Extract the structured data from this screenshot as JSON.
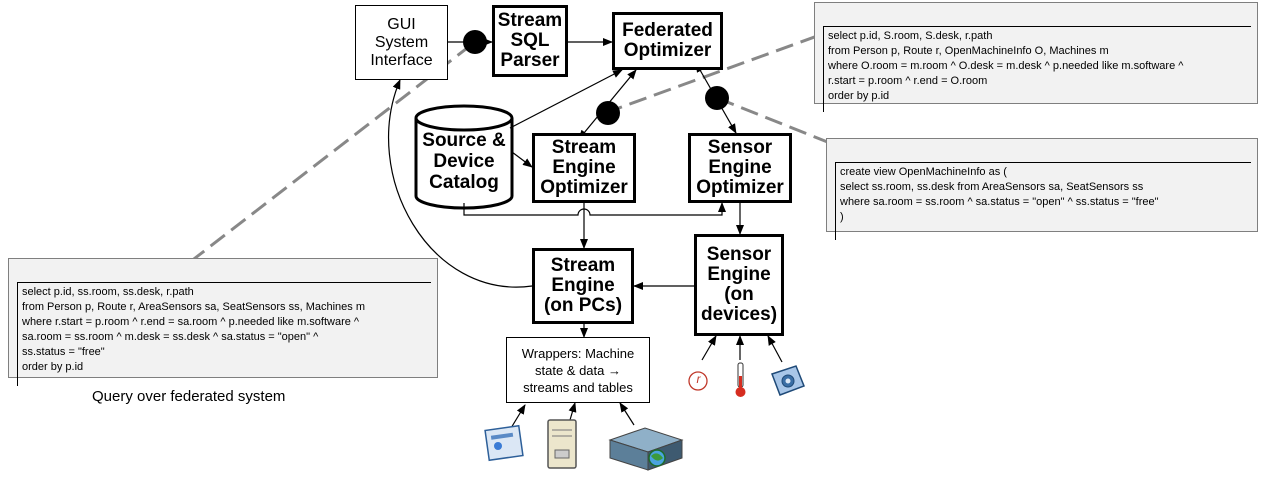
{
  "boxes": {
    "gui": "GUI\nSystem\nInterface",
    "parser": "Stream\nSQL\nParser",
    "federated": "Federated\nOptimizer",
    "stream_opt": "Stream\nEngine\nOptimizer",
    "sensor_opt": "Sensor\nEngine\nOptimizer",
    "stream_engine": "Stream\nEngine\n(on PCs)",
    "sensor_engine": "Sensor\nEngine\n(on\ndevices)",
    "wrappers": "Wrappers: Machine\nstate & data →\nstreams and tables",
    "catalog": "Source &\nDevice\nCatalog"
  },
  "queries": {
    "top_right": "select p.id, S.room, S.desk, r.path\nfrom Person p, Route r, OpenMachineInfo O, Machines m\nwhere O.room = m.room ^ O.desk = m.desk ^ p.needed like m.software ^\nr.start = p.room ^ r.end = O.room\norder by p.id",
    "view_def": "create view OpenMachineInfo as (\n  select ss.room, ss.desk from AreaSensors sa, SeatSensors ss\n  where sa.room = ss.room ^ sa.status = \"open\" ^ ss.status = \"free\"\n)",
    "federated_query": "select p.id, ss.room, ss.desk, r.path\nfrom Person p, Route r, AreaSensors sa, SeatSensors ss, Machines m\nwhere r.start = p.room ^ r.end = sa.room ^ p.needed like m.software ^\nsa.room = ss.room ^ m.desk = ss.desk ^ sa.status = \"open\" ^\nss.status = \"free\"\norder by p.id"
  },
  "caption": "Query over federated system",
  "sensor_labels": {
    "rfid": "r"
  }
}
